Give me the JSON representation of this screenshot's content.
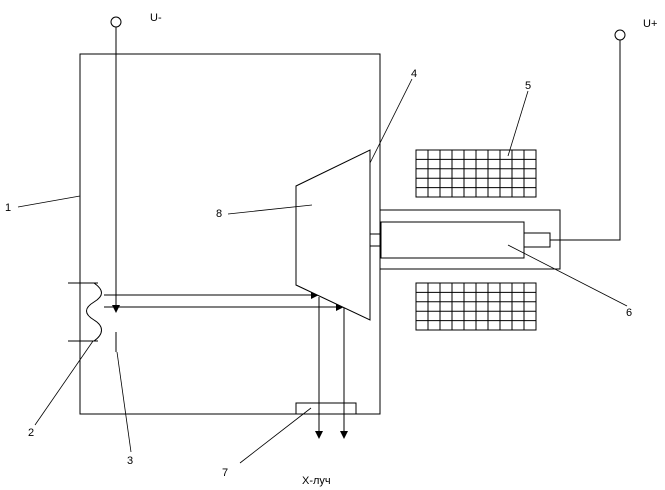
{
  "terminals": {
    "negative": "U-",
    "positive": "U+"
  },
  "callouts": [
    "1",
    "2",
    "3",
    "4",
    "5",
    "6",
    "7",
    "8"
  ],
  "output_label": "X-луч",
  "colors": {
    "line": "#000000",
    "background": "#ffffff"
  }
}
